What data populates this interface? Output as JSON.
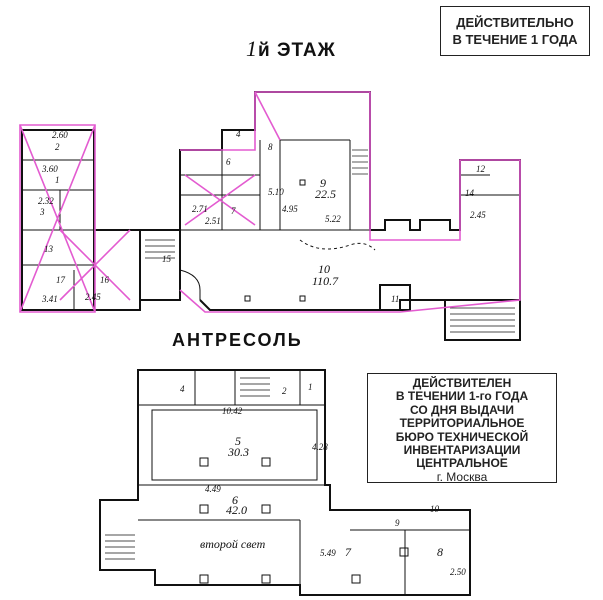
{
  "stamps": {
    "top": [
      "ДЕЙСТВИТЕЛЬНО",
      "В ТЕЧЕНИЕ 1 ГОДА"
    ],
    "bti": [
      "ДЕЙСТВИТЕЛЕН",
      "В ТЕЧЕНИИ 1-го ГОДА",
      "СО ДНЯ ВЫДАЧИ",
      "ТЕРРИТОРИАЛЬНОЕ",
      "БЮРО ТЕХНИЧЕСКОЙ",
      "ИНВЕНТАРИЗАЦИИ",
      "ЦЕНТРАЛЬНОЕ",
      "г. Москва"
    ]
  },
  "titles": {
    "floor_number": "1",
    "floor_suffix": "й ЭТАЖ",
    "mezzanine": "АНТРЕСОЛЬ"
  },
  "floor1": {
    "rooms": [
      {
        "id": "2",
        "area": "2.60"
      },
      {
        "id": "1",
        "area": "3.60"
      },
      {
        "id": "3",
        "area": "2.32"
      },
      {
        "id": "13",
        "area": ""
      },
      {
        "id": "17",
        "area": "3.41"
      },
      {
        "id": "16",
        "area": "2.45"
      },
      {
        "id": "15",
        "area": ""
      },
      {
        "id": "4",
        "area": ""
      },
      {
        "id": "6",
        "area": ""
      },
      {
        "id": "7",
        "area": ""
      },
      {
        "id": "8",
        "area": ""
      },
      {
        "id": "9",
        "area": "22.5"
      },
      {
        "id": "10",
        "area": "110.7"
      },
      {
        "id": "11",
        "area": ""
      },
      {
        "id": "12",
        "area": "2.45"
      },
      {
        "id": "14",
        "area": ""
      }
    ],
    "dims": [
      "5.10",
      "5.22",
      "4.95",
      "2.71",
      "2.51"
    ]
  },
  "mezzanine": {
    "rooms": [
      {
        "id": "4",
        "area": ""
      },
      {
        "id": "2",
        "area": ""
      },
      {
        "id": "1",
        "area": ""
      },
      {
        "id": "5",
        "area": "30.3"
      },
      {
        "id": "6",
        "area": "42.0"
      },
      {
        "id": "7",
        "area": ""
      },
      {
        "id": "8",
        "area": ""
      },
      {
        "id": "9",
        "area": ""
      },
      {
        "id": "10",
        "area": ""
      }
    ],
    "dims": [
      "10.42",
      "4.28",
      "4.49",
      "5.49",
      "2.50"
    ],
    "void_label": "второй свет"
  },
  "colors": {
    "ink": "#111111",
    "markup_pink": "#e35bd0"
  }
}
